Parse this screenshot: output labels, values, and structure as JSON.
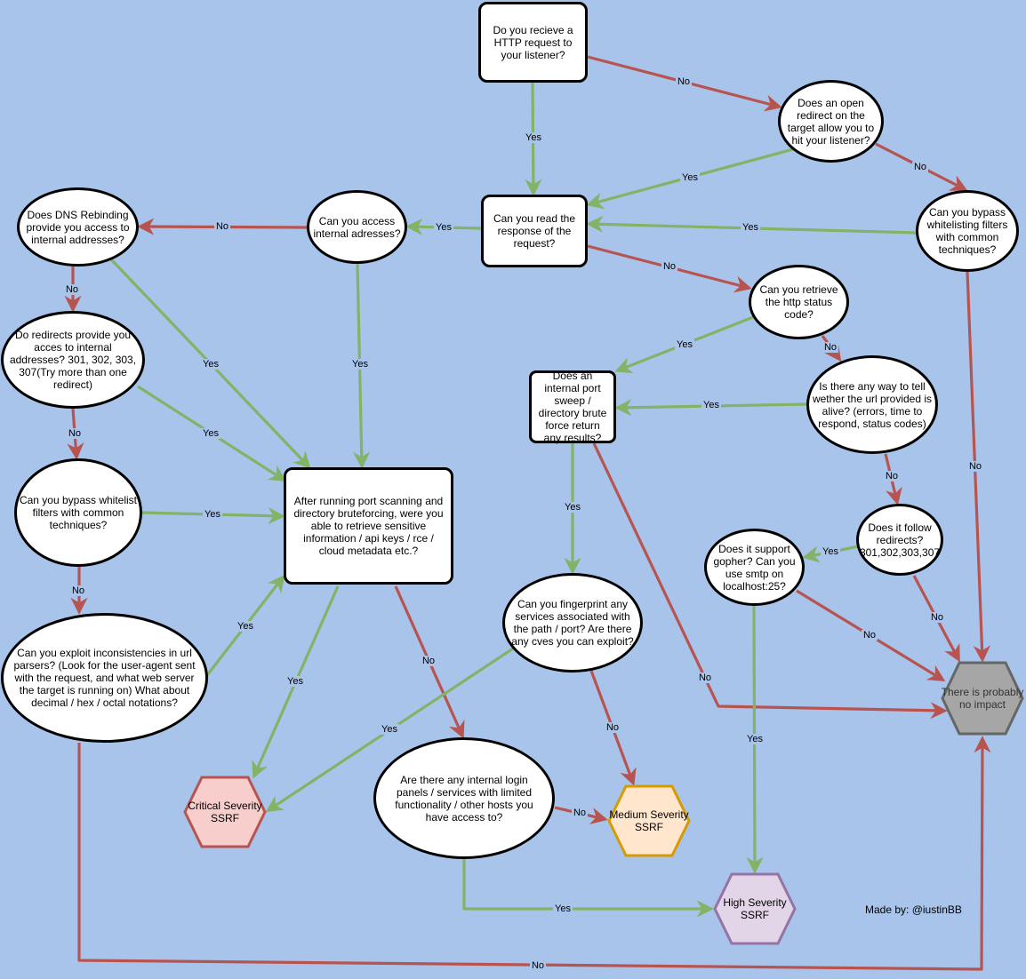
{
  "colors": {
    "background": "#a9c4eb",
    "yes_edge": "#82b366",
    "no_edge": "#b85450"
  },
  "nodes": {
    "http_request": "Do you recieve a HTTP request to your listener?",
    "open_redirect": "Does an open redirect on the target allow you to hit your listener?",
    "bypass_whitelisting": "Can you bypass whitelisting filters with common techniques?",
    "read_response": "Can you read the response of the request?",
    "access_internal": "Can you access internal adresses?",
    "dns_rebinding": "Does DNS Rebinding provide you access to internal addresses?",
    "redirects_internal": "Do redirects provide you acces to internal addresses? 301, 302, 303, 307(Try more than one redirect)",
    "bypass_whitelist_filters": "Can you bypass whitelist filters with common techniques?",
    "exploit_parsers": "Can you exploit inconsistencies in url parsers? (Look for the user-agent sent with the request, and what web server the target is running on) What about decimal / hex / octal notations?",
    "port_scanning": "After running port scanning and directory bruteforcing, were you able to retrieve sensitive information / api keys / rce / cloud metadata etc.?",
    "status_code": "Can you retrieve the http status code?",
    "port_sweep": "Does an internal port sweep / directory brute force return any results?",
    "url_alive": "Is there any way to tell wether the url provided is alive? (errors, time to respond, status codes)",
    "follow_redirects": "Does it follow redirects? 301,302,303,307",
    "gopher": "Does it support gopher? Can you use smtp on localhost:25?",
    "fingerprint": "Can you fingerprint any services associated with the path / port? Are there any cves you can exploit?",
    "login_panels": "Are there any internal login panels / services with limited functionality / other hosts you have access to?",
    "critical": "Critical Severity SSRF",
    "medium": "Medium Severity SSRF",
    "high": "High Severity SSRF",
    "no_impact": "There is probably no impact"
  },
  "severity_colors": {
    "critical": {
      "fill": "#f8cecc",
      "stroke": "#b85450"
    },
    "medium": {
      "fill": "#ffe6cc",
      "stroke": "#d79b00"
    },
    "high": {
      "fill": "#e1d5e7",
      "stroke": "#9673a6"
    },
    "no_impact": {
      "fill": "#a6a6a6",
      "stroke": "#666666"
    }
  },
  "edge_labels": {
    "yes": "Yes",
    "no": "No"
  },
  "credit": "Made by: @iustinBB"
}
